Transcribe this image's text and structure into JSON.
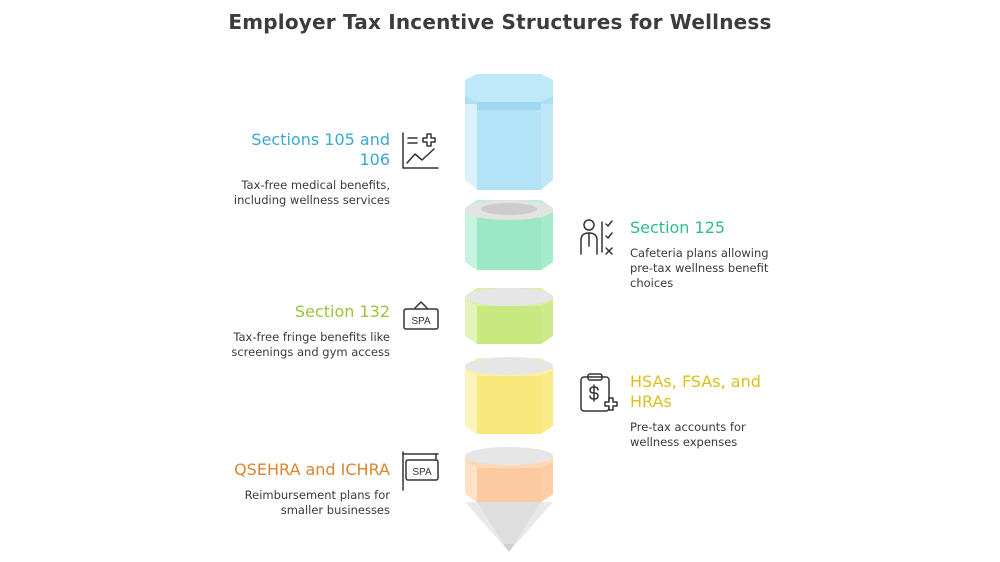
{
  "title": "Employer Tax Incentive Structures for Wellness",
  "colors": {
    "blue": "#3aa9cf",
    "green": "#2fbd86",
    "lime": "#9cc33c",
    "yellow": "#d9c11a",
    "orange": "#e0832e"
  },
  "sections": [
    {
      "title": "Sections 105 and 106",
      "title_line1": "Sections 105 and",
      "title_line2": "106",
      "desc_line1": "Tax-free medical benefits,",
      "desc_line2": "including wellness services",
      "icon": "medical-chart-icon"
    },
    {
      "title": "Section 125",
      "desc_line1": "Cafeteria plans allowing",
      "desc_line2": "pre-tax wellness benefit",
      "desc_line3": "choices",
      "icon": "person-checklist-icon"
    },
    {
      "title": "Section 132",
      "desc_line1": "Tax-free fringe benefits like",
      "desc_line2": "screenings and gym access",
      "icon": "spa-sign-icon",
      "icon_label": "SPA"
    },
    {
      "title": "HSAs, FSAs, and HRAs",
      "title_line1": "HSAs, FSAs, and",
      "title_line2": "HRAs",
      "desc_line1": "Pre-tax accounts for",
      "desc_line2": "wellness expenses",
      "icon": "clipboard-dollar-medical-icon"
    },
    {
      "title": "QSEHRA and ICHRA",
      "desc_line1": "Reimbursement plans for",
      "desc_line2": "smaller businesses",
      "icon": "spa-sign-icon",
      "icon_label": "SPA"
    }
  ]
}
